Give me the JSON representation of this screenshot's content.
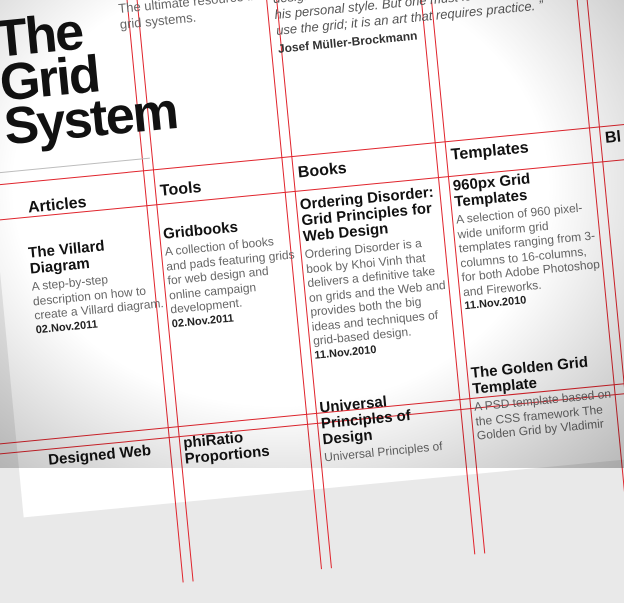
{
  "logo": {
    "line1": "The",
    "line2": "Grid",
    "line3": "System"
  },
  "tagline": "The ultimate resource in grid systems.",
  "quote": {
    "text": "“ The grid system is an aid, not a guarantee. It permits a number of possible uses and each designer can look for a solution appropriate to his personal style. But one must learn how to use the grid; it is an art that requires practice. ”",
    "author": "Josef Müller-Brockmann"
  },
  "sections": {
    "articles": "Articles",
    "tools": "Tools",
    "books": "Books",
    "templates": "Templates",
    "fifth": "Bl"
  },
  "cards": {
    "villard": {
      "title": "The Villard Diagram",
      "desc": "A step-by-step description on how to create a Villard diagram.",
      "date": "02.Nov.2011"
    },
    "gridbooks": {
      "title": "Gridbooks",
      "desc": "A collection of books and pads featuring grids for web design and online campaign development.",
      "date": "02.Nov.2011"
    },
    "ordering": {
      "title": "Ordering Disorder: Grid Principles for Web Design",
      "desc": "Ordering Disorder is a book by Khoi Vinh that delivers a definitive take on grids and the Web and provides both the big ideas and techniques of grid-based design.",
      "date": "11.Nov.2010"
    },
    "960px": {
      "title": "960px Grid Templates",
      "desc": "A selection of 960 pixel-wide uniform grid templates ranging from 3-columns to 16-columns, for both Adobe Photoshop and Fireworks.",
      "date": "11.Nov.2010"
    },
    "bottom1": {
      "title": "Designed Web",
      "desc": ""
    },
    "phiratio": {
      "title": "phiRatio Proportions",
      "desc": ""
    },
    "universal": {
      "title": "Universal Principles of Design",
      "desc": "Universal Principles of"
    },
    "golden": {
      "title": "The Golden Grid Template",
      "desc": "A PSD template based on the CSS framework The Golden Grid by Vladimir"
    }
  }
}
